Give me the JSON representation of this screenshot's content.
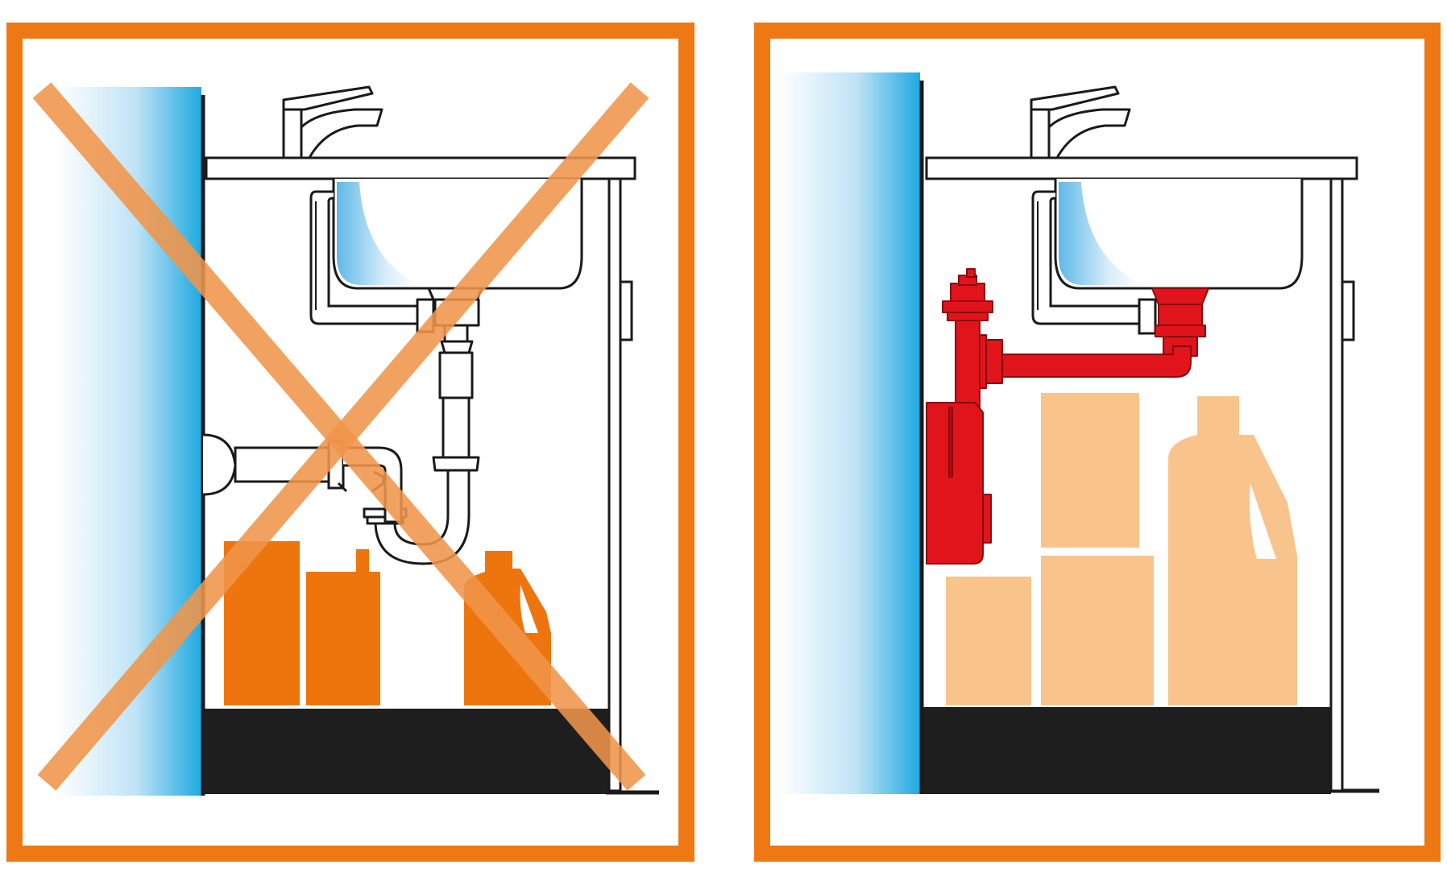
{
  "colors": {
    "frame": "#ED7814",
    "cross": "#F0954A",
    "outline": "#1A1A1A",
    "wall_light": "#FFFFFF",
    "wall_dark": "#1FA9E1",
    "floor": "#1E1E1E",
    "items_bad": "#EE750D",
    "items_good": "#F8C48C",
    "siphon_red": "#E1141B",
    "sink_water": "#5FB8E8"
  },
  "panels": [
    {
      "id": "left",
      "variant": "bad",
      "description_icon": "cross-icon"
    },
    {
      "id": "right",
      "variant": "good",
      "description_icon": "space-saving-siphon-icon"
    }
  ]
}
